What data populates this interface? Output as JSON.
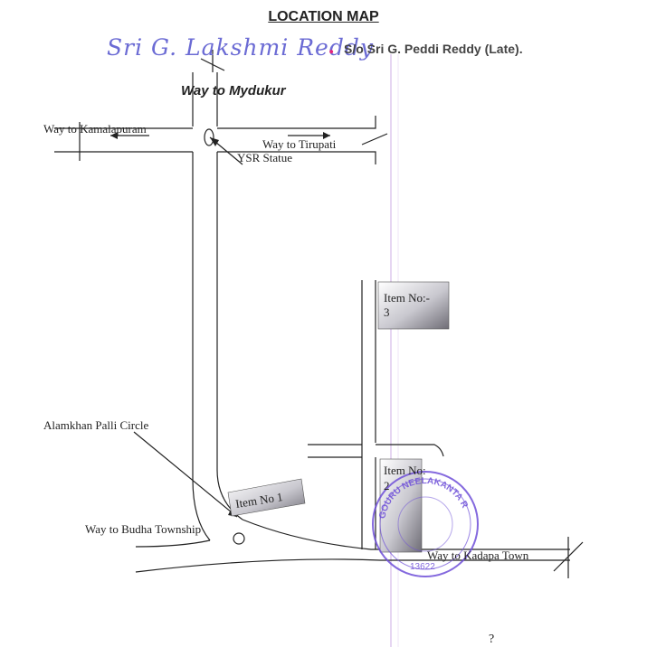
{
  "header": {
    "title": "LOCATION MAP",
    "owner_name": "Sri G. Lakshmi Reddy",
    "owner_dot": ".",
    "father": "S/o Sri G. Peddi Reddy (Late)."
  },
  "labels": {
    "mydukur": "Way to Mydukur",
    "kamalapuram": "Way to Kamalapuram",
    "tirupati": "Way to Tirupati",
    "ysr": "YSR Statue",
    "alamkhan": "Alamkhan Palli Circle",
    "budha": "Way to Budha Township",
    "kadapa": "Way to Kadapa Town"
  },
  "items": {
    "item1": "Item No 1",
    "item2": "Item No:\n2",
    "item3": "Item No:-\n3"
  },
  "stamp": {
    "text_top": "GOURU NEELAKANTA R",
    "text_bottom": "13622"
  },
  "page_mark": "?",
  "colors": {
    "ink": "#222222",
    "title_blue": "#6b6bd4",
    "stamp": "#6e4fd8",
    "item_grey": "#8e8e96"
  }
}
